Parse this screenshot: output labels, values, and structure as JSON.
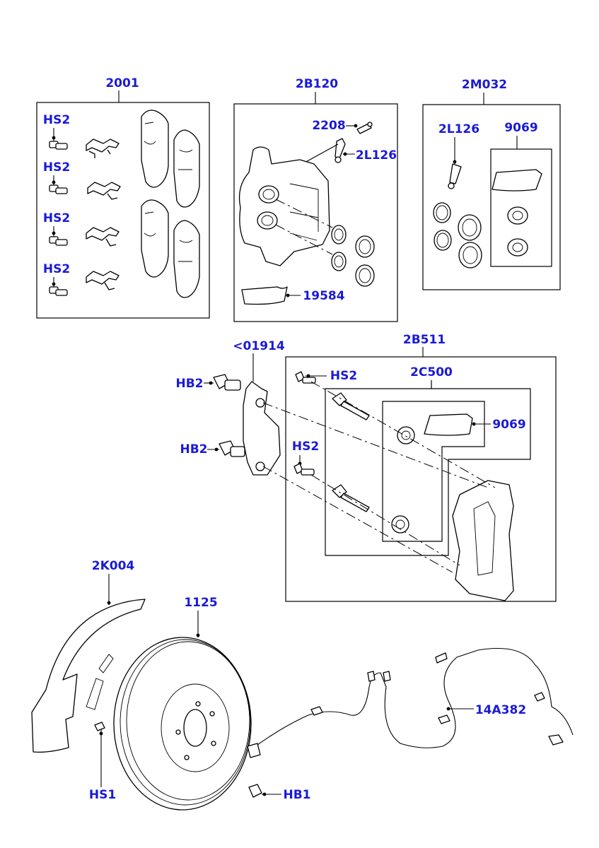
{
  "labels": {
    "pad_kit": "2001",
    "caliper_kit": "2B120",
    "seal_kit": "2M032",
    "hs2_a": "HS2",
    "hs2_b": "HS2",
    "hs2_c": "HS2",
    "hs2_d": "HS2",
    "bleed_screw": "2208",
    "bleed_cap": "2L126",
    "seal_cap": "2L126",
    "grease_a": "9069",
    "grease_pack": "19584",
    "bracket_assy": "2B511",
    "pin_kit": "2C500",
    "grease_b": "9069",
    "shim_plate": "<01914",
    "hb2_a": "HB2",
    "hb2_b": "HB2",
    "hs2_e": "HS2",
    "hs2_f": "HS2",
    "shield": "2K004",
    "disc": "1125",
    "sensor": "14A382",
    "hs1": "HS1",
    "hb1": "HB1"
  }
}
